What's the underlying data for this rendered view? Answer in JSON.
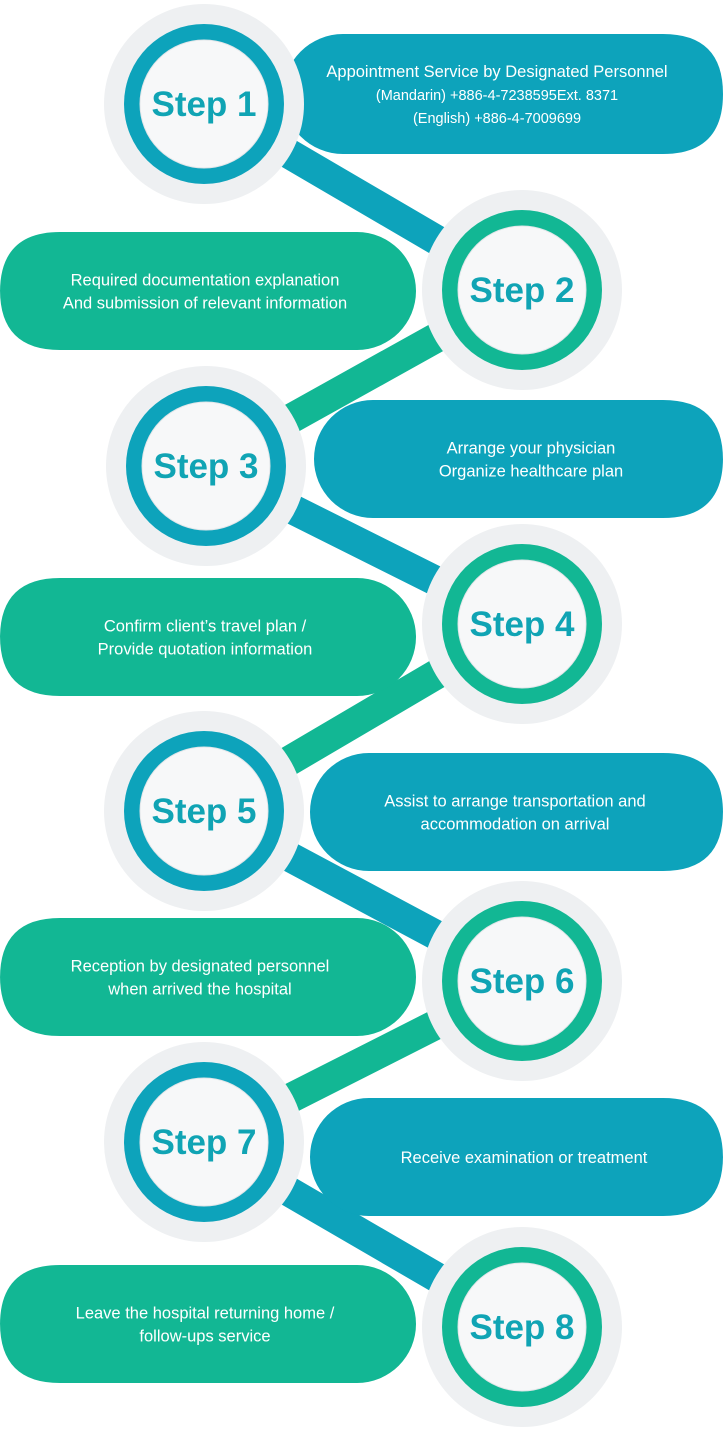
{
  "colors": {
    "blue": "#0da3bb",
    "green": "#12b794",
    "halo": "#eef0f2",
    "circle_fill": "#f7f8f9",
    "step_text": "#10a4b4",
    "text": "#ffffff"
  },
  "steps": [
    {
      "label": "Step 1",
      "color": "blue",
      "lines": [
        "Appointment Service by Designated Personnel",
        "(Mandarin) +886-4-7238595Ext. 8371",
        "(English) +886-4-7009699"
      ]
    },
    {
      "label": "Step 2",
      "color": "green",
      "lines": [
        "Required documentation explanation",
        "And submission of relevant information"
      ]
    },
    {
      "label": "Step 3",
      "color": "blue",
      "lines": [
        "Arrange your physician",
        "Organize healthcare plan"
      ]
    },
    {
      "label": "Step 4",
      "color": "green",
      "lines": [
        "Confirm client’s travel plan /",
        "Provide quotation information"
      ]
    },
    {
      "label": "Step 5",
      "color": "blue",
      "lines": [
        "Assist to arrange transportation and",
        "accommodation on arrival"
      ]
    },
    {
      "label": "Step 6",
      "color": "green",
      "lines": [
        "Reception by designated personnel",
        "when arrived the hospital"
      ]
    },
    {
      "label": "Step 7",
      "color": "blue",
      "lines": [
        "Receive examination or treatment"
      ]
    },
    {
      "label": "Step 8",
      "color": "green",
      "lines": [
        "Leave the hospital returning home /",
        "follow-ups service"
      ]
    }
  ]
}
